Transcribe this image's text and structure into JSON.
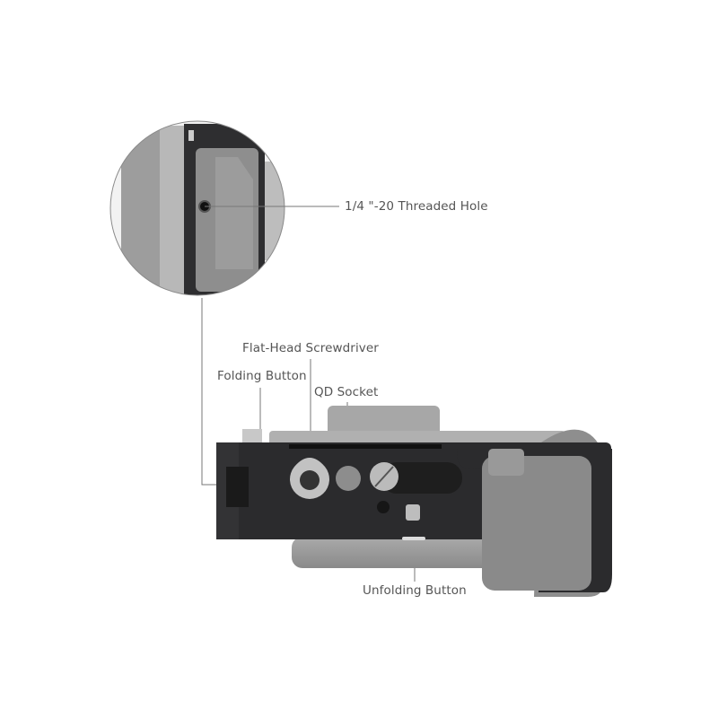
{
  "labels": {
    "threaded_hole": "1/4 \"-20 Threaded Hole",
    "screwdriver": "Flat-Head Screwdriver",
    "folding_button": "Folding Button",
    "qd_socket": "QD Socket",
    "unfolding_button": "Unfolding Button"
  },
  "colors": {
    "label_text": "#555555",
    "leader_line": "#777777",
    "cage_metal": "#2b2b2d",
    "camera_body": "#9a9a9a"
  }
}
